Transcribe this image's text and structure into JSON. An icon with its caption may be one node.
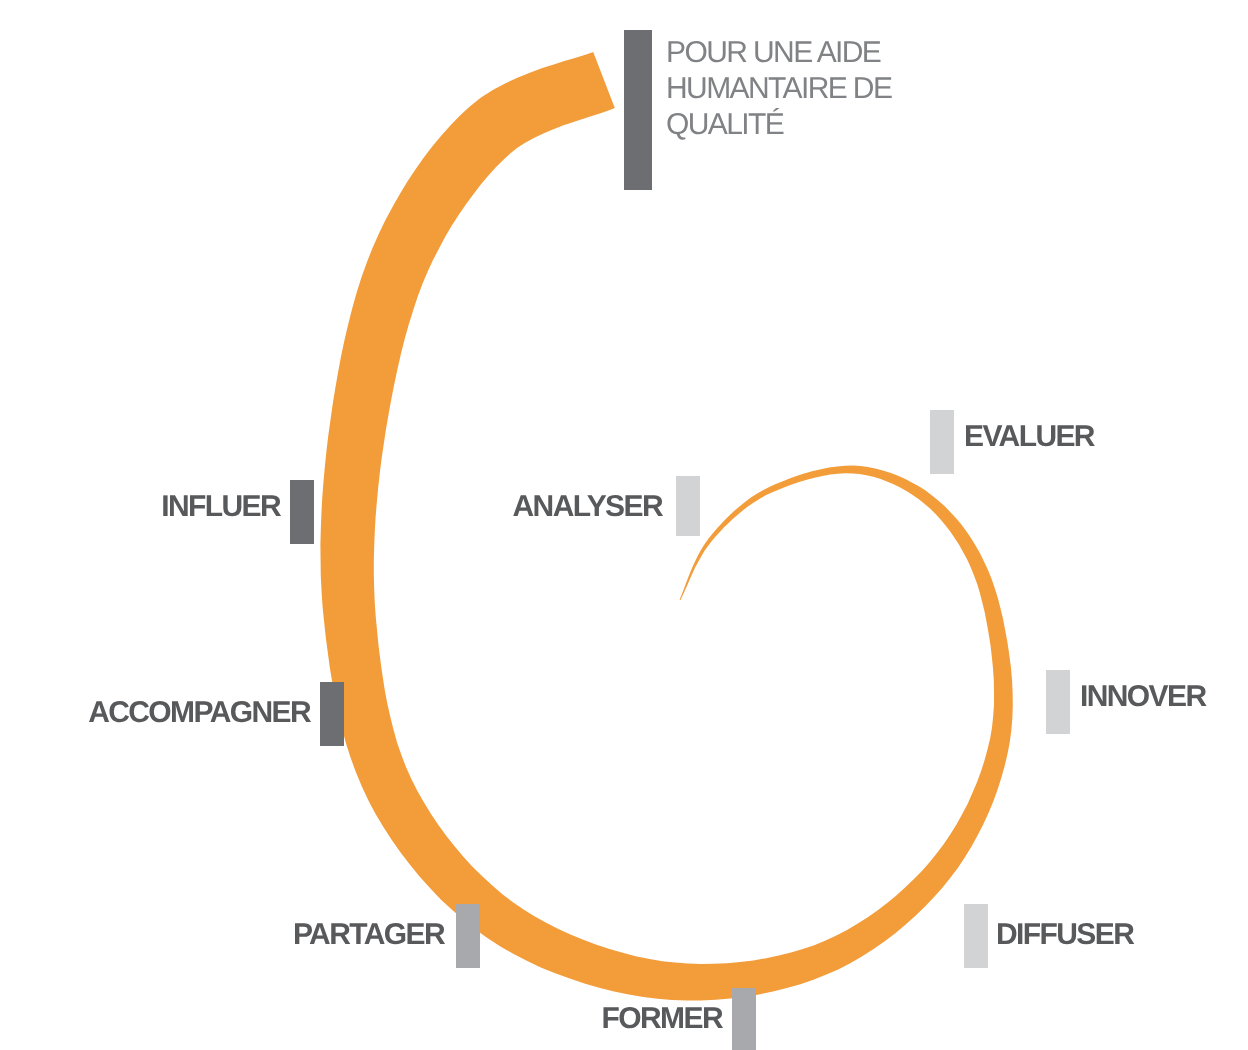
{
  "diagram": {
    "nodes": [
      {
        "text": [
          "POUR UNE AIDE HUMANTAIRE DE QUALITÉ"
        ]
      },
      {
        "text": [
          "EVALUER"
        ]
      },
      {
        "text": [
          "INFLUER"
        ]
      },
      {
        "text": [
          "ANALYSER"
        ]
      },
      {
        "text": [
          "INNOVER"
        ]
      },
      {
        "text": [
          "ACCOMPAGNER"
        ]
      },
      {
        "text": [
          "PARTAGER"
        ]
      },
      {
        "text": [
          "DIFFUSER"
        ]
      },
      {
        "text": [
          "FORMER"
        ]
      }
    ]
  }
}
